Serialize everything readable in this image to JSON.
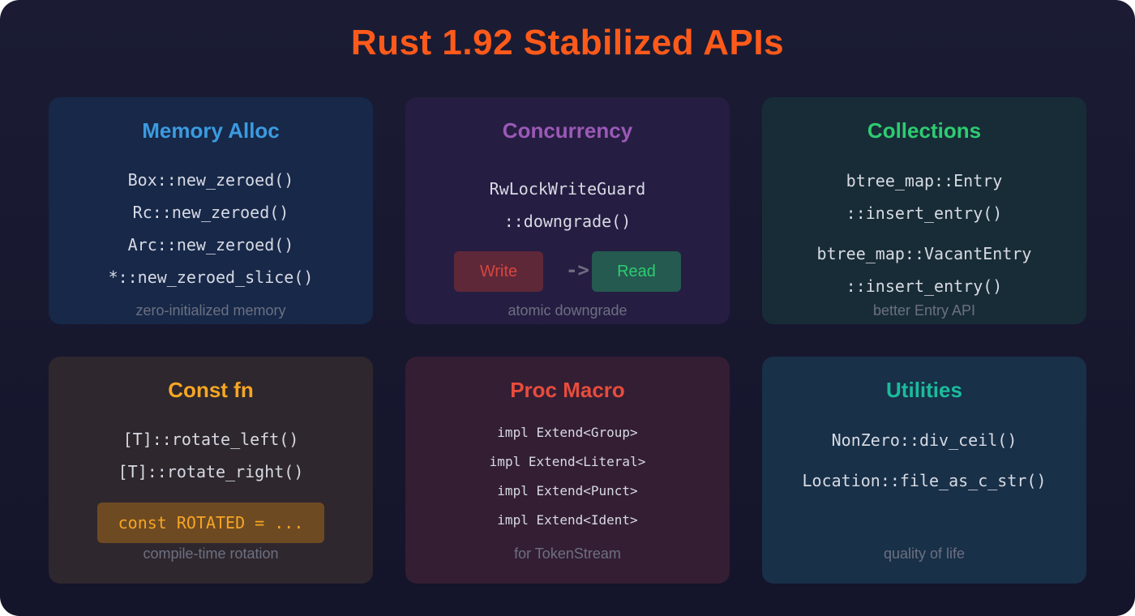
{
  "title": "Rust 1.92 Stabilized APIs",
  "cards": {
    "memory": {
      "title": "Memory Alloc",
      "lines": [
        "Box::new_zeroed()",
        "Rc::new_zeroed()",
        "Arc::new_zeroed()",
        "*::new_zeroed_slice()"
      ],
      "caption": "zero-initialized memory"
    },
    "concurrency": {
      "title": "Concurrency",
      "lines": [
        "RwLockWriteGuard",
        "::downgrade()"
      ],
      "write_label": "Write",
      "arrow": "->",
      "read_label": "Read",
      "caption": "atomic downgrade"
    },
    "collections": {
      "title": "Collections",
      "lines": [
        "btree_map::Entry",
        "::insert_entry()",
        "btree_map::VacantEntry",
        "::insert_entry()"
      ],
      "caption": "better Entry API"
    },
    "constfn": {
      "title": "Const fn",
      "lines": [
        "[T]::rotate_left()",
        "[T]::rotate_right()"
      ],
      "const_example": "const ROTATED = ...",
      "caption": "compile-time rotation"
    },
    "procmacro": {
      "title": "Proc Macro",
      "lines": [
        "impl Extend<Group>",
        "impl Extend<Literal>",
        "impl Extend<Punct>",
        "impl Extend<Ident>"
      ],
      "caption": "for TokenStream"
    },
    "utilities": {
      "title": "Utilities",
      "lines": [
        "NonZero::div_ceil()",
        "Location::file_as_c_str()"
      ],
      "caption": "quality of life"
    }
  },
  "colors": {
    "title": "#ff5a1a",
    "memory": "#3b9be0",
    "concurrency": "#9b59b6",
    "collections": "#2ecc71",
    "constfn": "#f5a623",
    "procmacro": "#e74c3c",
    "utilities": "#1abc9c"
  }
}
